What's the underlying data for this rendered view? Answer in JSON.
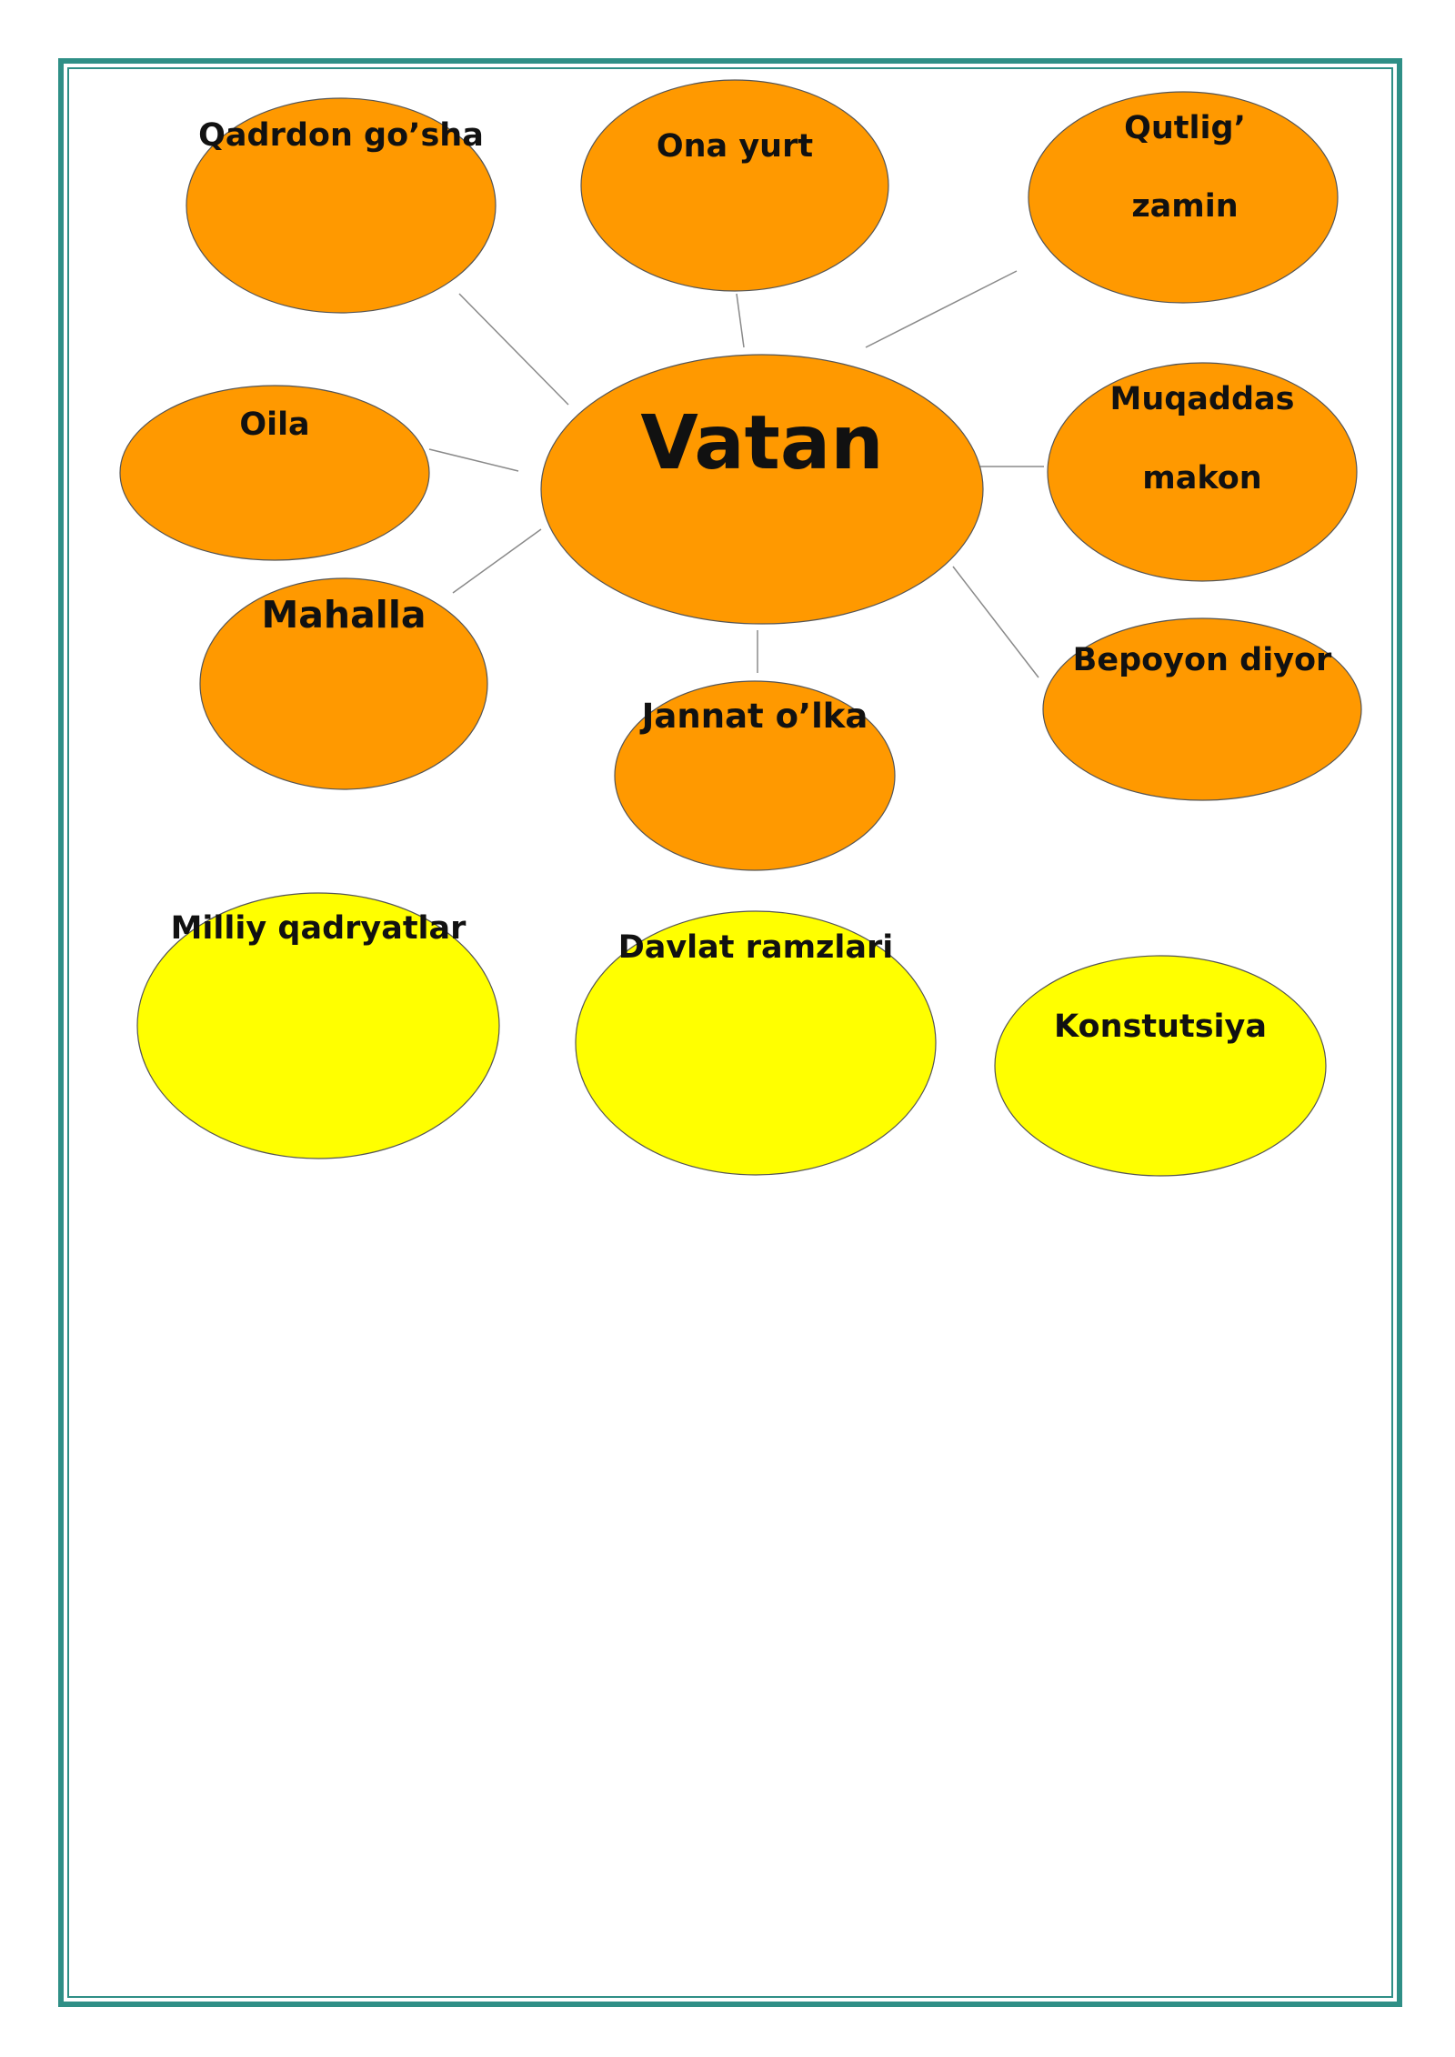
{
  "diagram": {
    "center": {
      "label": "Vatan"
    },
    "nodes": [
      {
        "id": "qadrdon",
        "lines": [
          "Qadrdon go’sha"
        ]
      },
      {
        "id": "ona-yurt",
        "lines": [
          "Ona yurt"
        ]
      },
      {
        "id": "qutlig",
        "lines": [
          "Qutlig’",
          "zamin"
        ]
      },
      {
        "id": "oila",
        "lines": [
          "Oila"
        ]
      },
      {
        "id": "muqaddas",
        "lines": [
          "Muqaddas",
          "makon"
        ]
      },
      {
        "id": "mahalla",
        "lines": [
          "Mahalla"
        ]
      },
      {
        "id": "jannat",
        "lines": [
          "Jannat o’lka"
        ]
      },
      {
        "id": "bepoyon",
        "lines": [
          "Bepoyon diyor"
        ]
      }
    ],
    "extra_nodes": [
      {
        "id": "milliy",
        "lines": [
          "Milliy qadryatlar"
        ]
      },
      {
        "id": "davlat",
        "lines": [
          "Davlat ramzlari"
        ]
      },
      {
        "id": "konstitutsiya",
        "lines": [
          "Konstutsiya"
        ]
      }
    ]
  },
  "colors": {
    "orange": "#ff9900",
    "yellow": "#ffff00",
    "border": "#2f8f86",
    "connector": "#8a8a8a",
    "outline": "#555555"
  }
}
